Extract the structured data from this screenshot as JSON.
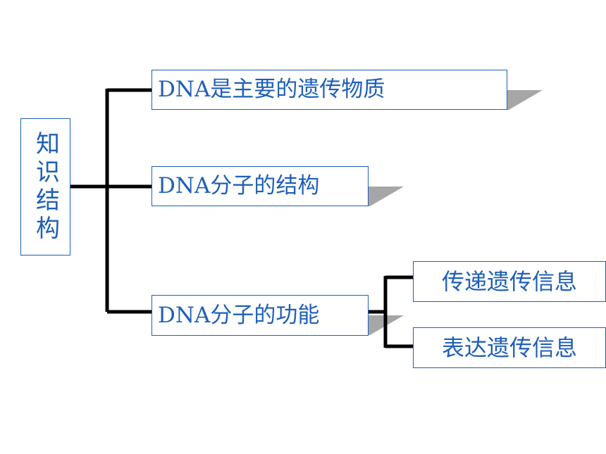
{
  "diagram": {
    "root": {
      "label": "知识结构"
    },
    "branches": [
      {
        "label": "DNA是主要的遗传物质"
      },
      {
        "label": "DNA分子的结构"
      },
      {
        "label": "DNA分子的功能"
      }
    ],
    "sub_branches": [
      {
        "label": "传递遗传信息"
      },
      {
        "label": "表达遗传信息"
      }
    ]
  },
  "colors": {
    "text": "#1f5fb8",
    "border": "#1f5fb8",
    "connector": "#000000",
    "shadow": "#a6a6a6",
    "background": "#ffffff"
  }
}
